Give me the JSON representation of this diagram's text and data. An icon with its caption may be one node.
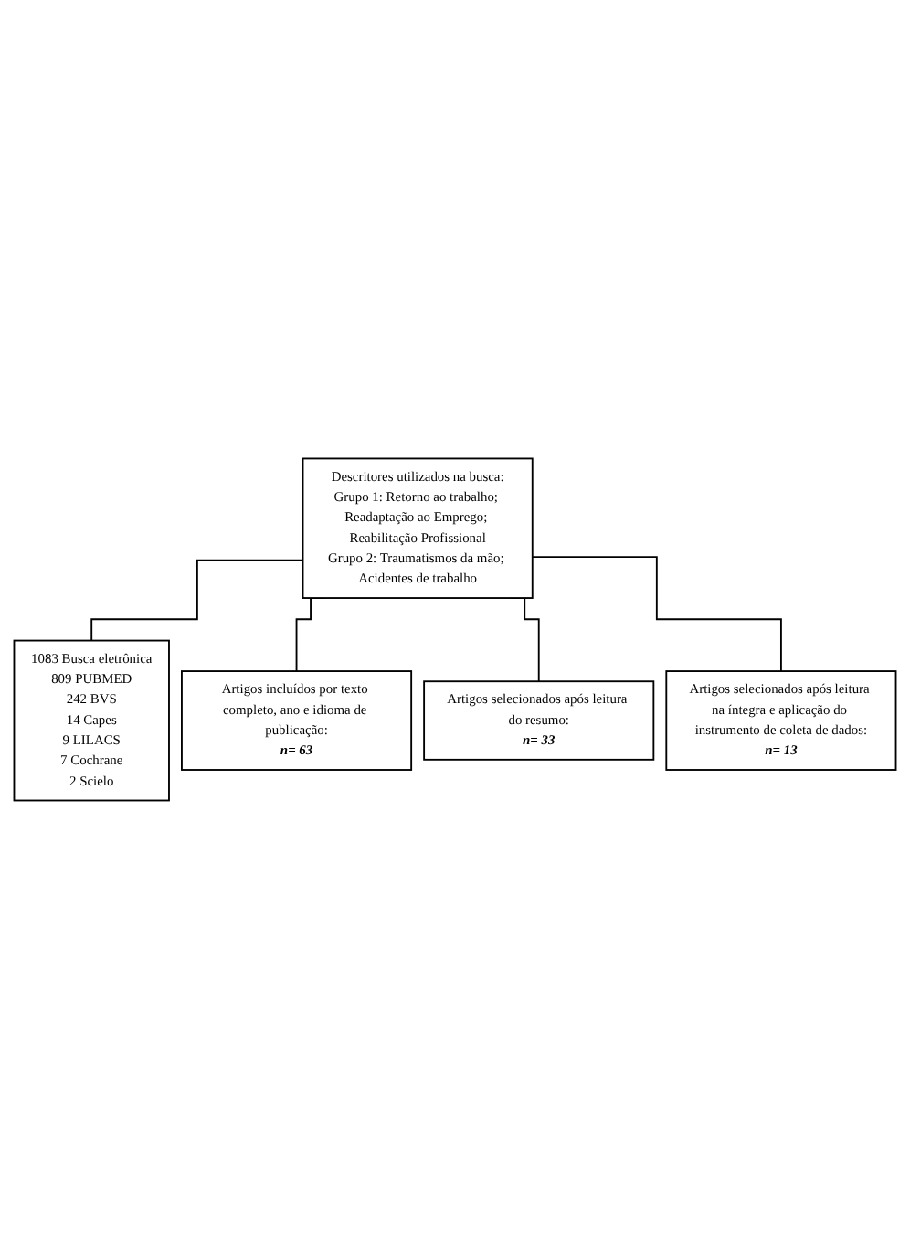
{
  "diagram": {
    "nodes": [
      {
        "text": [
          "Descritores utilizados na busca:",
          "Grupo 1: Retorno ao trabalho; Readaptação ao Emprego; Reabilitação Profissional",
          "Grupo 2: Traumatismos da mão; Acidentes de trabalho"
        ]
      },
      {
        "text": [
          "1083 Busca eletrônica",
          "809 PUBMED",
          "242 BVS",
          "14 Capes",
          "9 LILACS",
          "7 Cochrane",
          "2 Scielo"
        ]
      },
      {
        "text": [
          "Artigos incluídos por texto completo, ano e idioma de publicação:",
          "n= 63"
        ]
      },
      {
        "text": [
          "Artigos selecionados após leitura do resumo:",
          "n= 33"
        ]
      },
      {
        "text": [
          "Artigos selecionados após leitura na íntegra e aplicação do instrumento de coleta de dados:",
          "n= 13"
        ]
      }
    ],
    "edges": [
      {
        "from": 0,
        "to": 1,
        "arrow": "none"
      },
      {
        "from": 0,
        "to": 2,
        "arrow": "none"
      },
      {
        "from": 0,
        "to": 3,
        "arrow": "none"
      },
      {
        "from": 0,
        "to": 4,
        "arrow": "none"
      }
    ]
  }
}
